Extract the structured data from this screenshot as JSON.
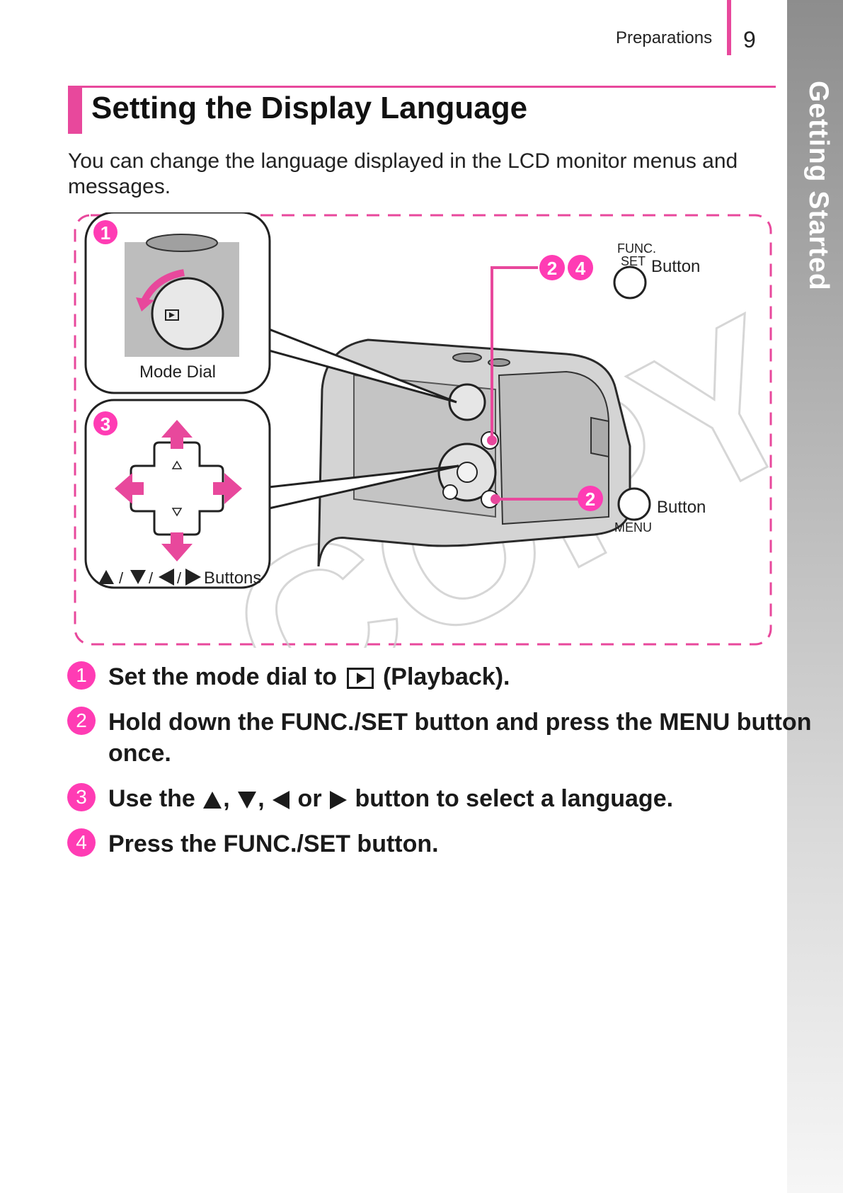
{
  "header": {
    "section": "Preparations",
    "page_number": "9"
  },
  "sidebar": {
    "label": "Getting Started"
  },
  "title": "Setting the Display Language",
  "intro": "You can change the language displayed in the LCD monitor menus and messages.",
  "colors": {
    "accent": "#e8489c",
    "badge": "#ff3cb4"
  },
  "diagram": {
    "mode_dial_badge": "1",
    "mode_dial_label": "Mode Dial",
    "dpad_badge": "3",
    "dpad_label": "Buttons",
    "func_badges": [
      "2",
      "4"
    ],
    "func_label_top": "FUNC.",
    "func_label_bottom": "SET",
    "func_button_label": "Button",
    "menu_badge": "2",
    "menu_button_label": "Button",
    "menu_label": "MENU",
    "watermark": "COPY"
  },
  "steps": [
    {
      "num": "1",
      "part1": "Set the mode dial to",
      "part2": "(Playback)."
    },
    {
      "num": "2",
      "text": "Hold down the FUNC./SET button and press the MENU button once."
    },
    {
      "num": "3",
      "part1": "Use the",
      "sep1": ",",
      "sep2": ",",
      "or": "or",
      "part2": "button to select a language."
    },
    {
      "num": "4",
      "text": "Press the FUNC./SET button."
    }
  ]
}
